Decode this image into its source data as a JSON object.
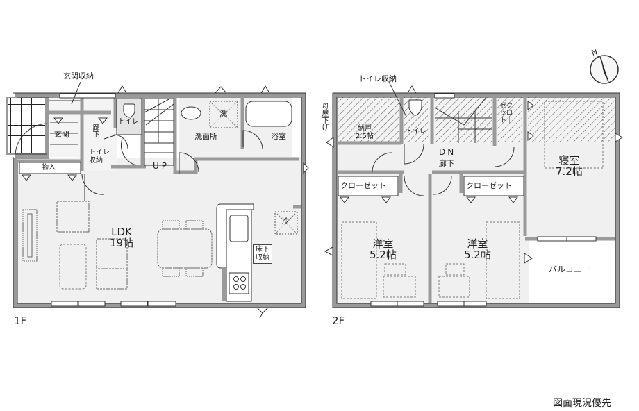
{
  "floors": [
    {
      "id": "1F",
      "label": "1F",
      "rooms": [
        {
          "name": "entrance-storage",
          "label": "玄関収納"
        },
        {
          "name": "entrance",
          "label": "玄関"
        },
        {
          "name": "hallway",
          "label": "廊\n下"
        },
        {
          "name": "toilet",
          "label": "トイレ"
        },
        {
          "name": "toilet-storage",
          "label": "トイレ\n収納"
        },
        {
          "name": "closet",
          "label": "物入"
        },
        {
          "name": "stairs",
          "label": "UP"
        },
        {
          "name": "washroom",
          "label": "洗面所"
        },
        {
          "name": "washer",
          "label": "洗"
        },
        {
          "name": "bathroom",
          "label": "浴室"
        },
        {
          "name": "ldk",
          "label": "LDK",
          "size": "19帖"
        },
        {
          "name": "refrigerator",
          "label": "冷"
        },
        {
          "name": "underfloor-storage",
          "label": "床下\n収納"
        }
      ]
    },
    {
      "id": "2F",
      "label": "2F",
      "rooms": [
        {
          "name": "toilet-storage",
          "label": "トイレ収納"
        },
        {
          "name": "main-roof-down",
          "label": "母屋下げ"
        },
        {
          "name": "storeroom",
          "label": "納戸",
          "size": "2.5帖"
        },
        {
          "name": "toilet",
          "label": "トイレ"
        },
        {
          "name": "stairs",
          "label": "DN"
        },
        {
          "name": "hallway",
          "label": "廊下"
        },
        {
          "name": "walk-in-closet",
          "label": "ゼクッロト｜"
        },
        {
          "name": "bedroom",
          "label": "寝室",
          "size": "7.2帖"
        },
        {
          "name": "closet-1",
          "label": "クローゼット"
        },
        {
          "name": "closet-2",
          "label": "クローゼット"
        },
        {
          "name": "western-room-1",
          "label": "洋室",
          "size": "5.2帖"
        },
        {
          "name": "western-room-2",
          "label": "洋室",
          "size": "5.2帖"
        },
        {
          "name": "balcony",
          "label": "バルコニー"
        }
      ]
    }
  ],
  "compass": {
    "label": "N"
  },
  "footnote": "図面現況優先",
  "colors": {
    "wall": "#9a9a9a",
    "floor": "#f0f0f0",
    "line": "#333333",
    "hatch": "#555555",
    "furniture": "#888888"
  }
}
